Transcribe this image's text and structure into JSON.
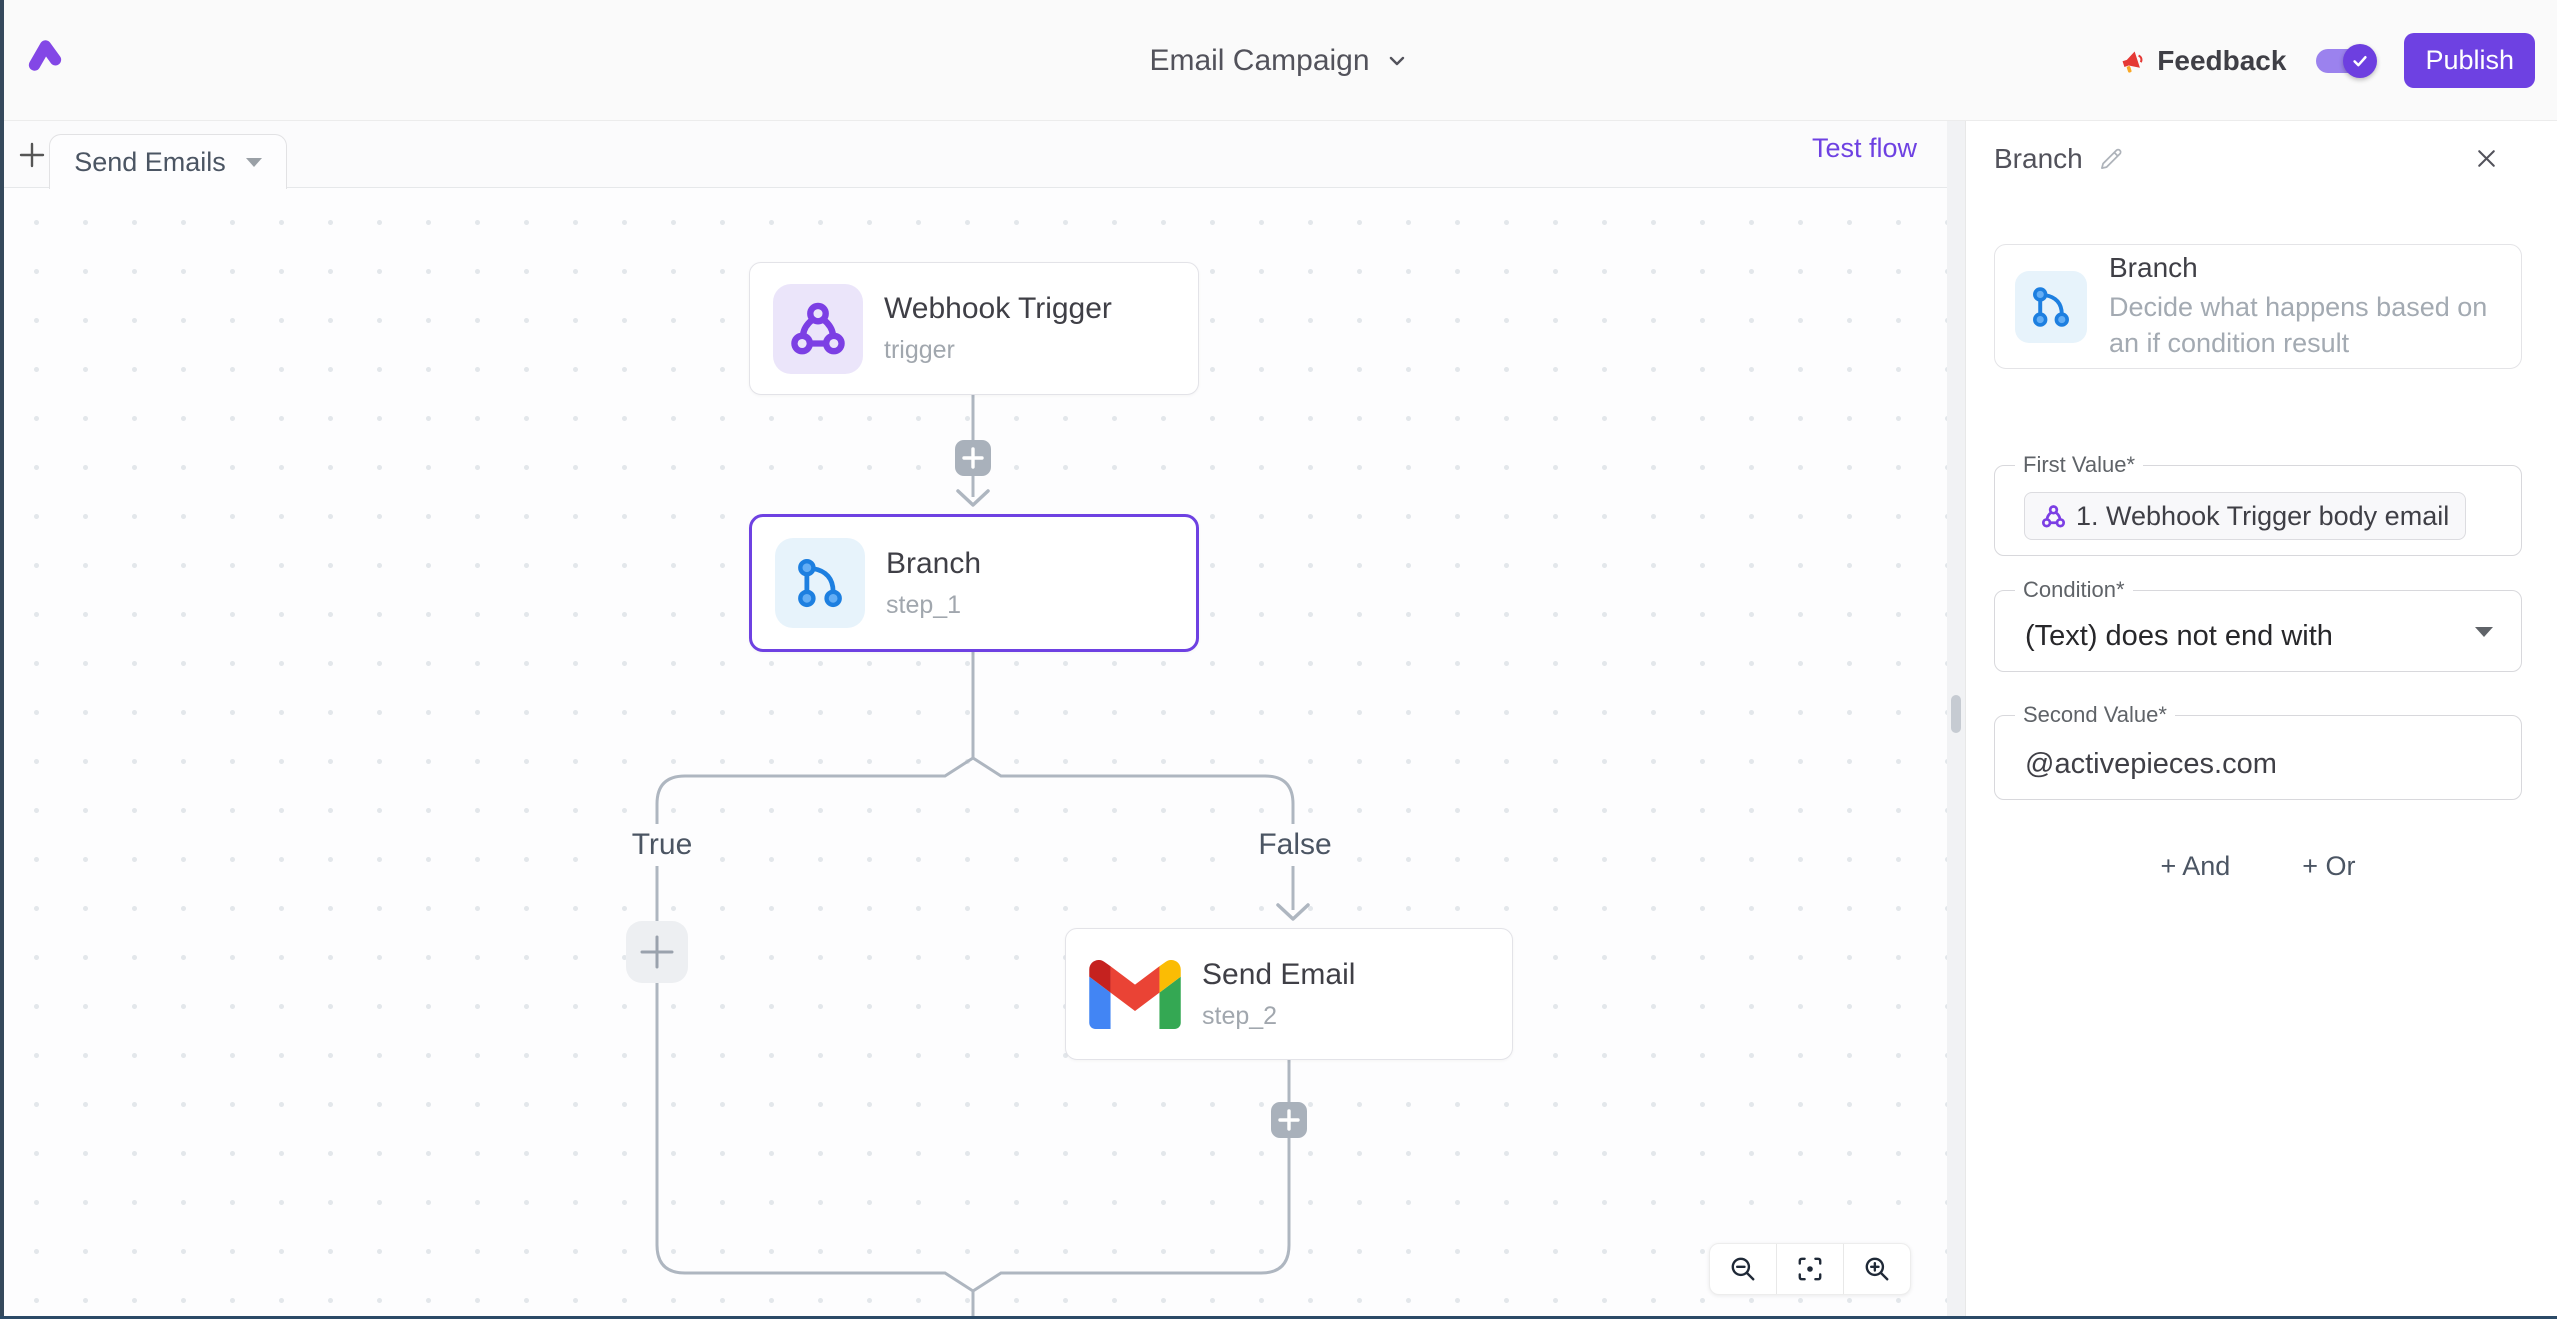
{
  "header": {
    "flow_title": "Email Campaign",
    "feedback_label": "Feedback",
    "publish_label": "Publish",
    "toggle": {
      "state": "on",
      "icon": "check-icon"
    }
  },
  "canvas": {
    "tab_label": "Send Emails",
    "test_flow_label": "Test flow",
    "nodes": [
      {
        "title": "Webhook Trigger",
        "subtitle": "trigger",
        "icon": "webhook-icon"
      },
      {
        "title": "Branch",
        "subtitle": "step_1",
        "icon": "branch-icon",
        "selected": true
      },
      {
        "title": "Send Email",
        "subtitle": "step_2",
        "icon": "gmail-icon"
      }
    ],
    "branch_labels": {
      "true": "True",
      "false": "False"
    },
    "zoom_controls": {
      "zoom_out": "zoom-out-icon",
      "fit_view": "fit-view-icon",
      "zoom_in": "zoom-in-icon"
    }
  },
  "panel": {
    "title": "Branch",
    "card": {
      "title": "Branch",
      "description": "Decide what happens based on an if condition result",
      "icon": "branch-icon"
    },
    "first_value": {
      "label": "First Value*",
      "token_icon": "webhook-icon",
      "token_text": "1. Webhook Trigger body email"
    },
    "condition": {
      "label": "Condition*",
      "value": "(Text) does not end with"
    },
    "second_value": {
      "label": "Second Value*",
      "value": "@activepieces.com"
    },
    "add_and_label": "+ And",
    "add_or_label": "+ Or"
  },
  "colors": {
    "accent": "#6e41e2",
    "selected_border": "#6e41e2",
    "connector": "#aeb6c0",
    "webhook_icon_purple": "#7c3fe4",
    "branch_icon_blue": "#1d7fe0",
    "gmail_red": "#ea4335",
    "gmail_blue": "#4285f4",
    "gmail_yellow": "#fbbc04",
    "gmail_green": "#34a853"
  }
}
